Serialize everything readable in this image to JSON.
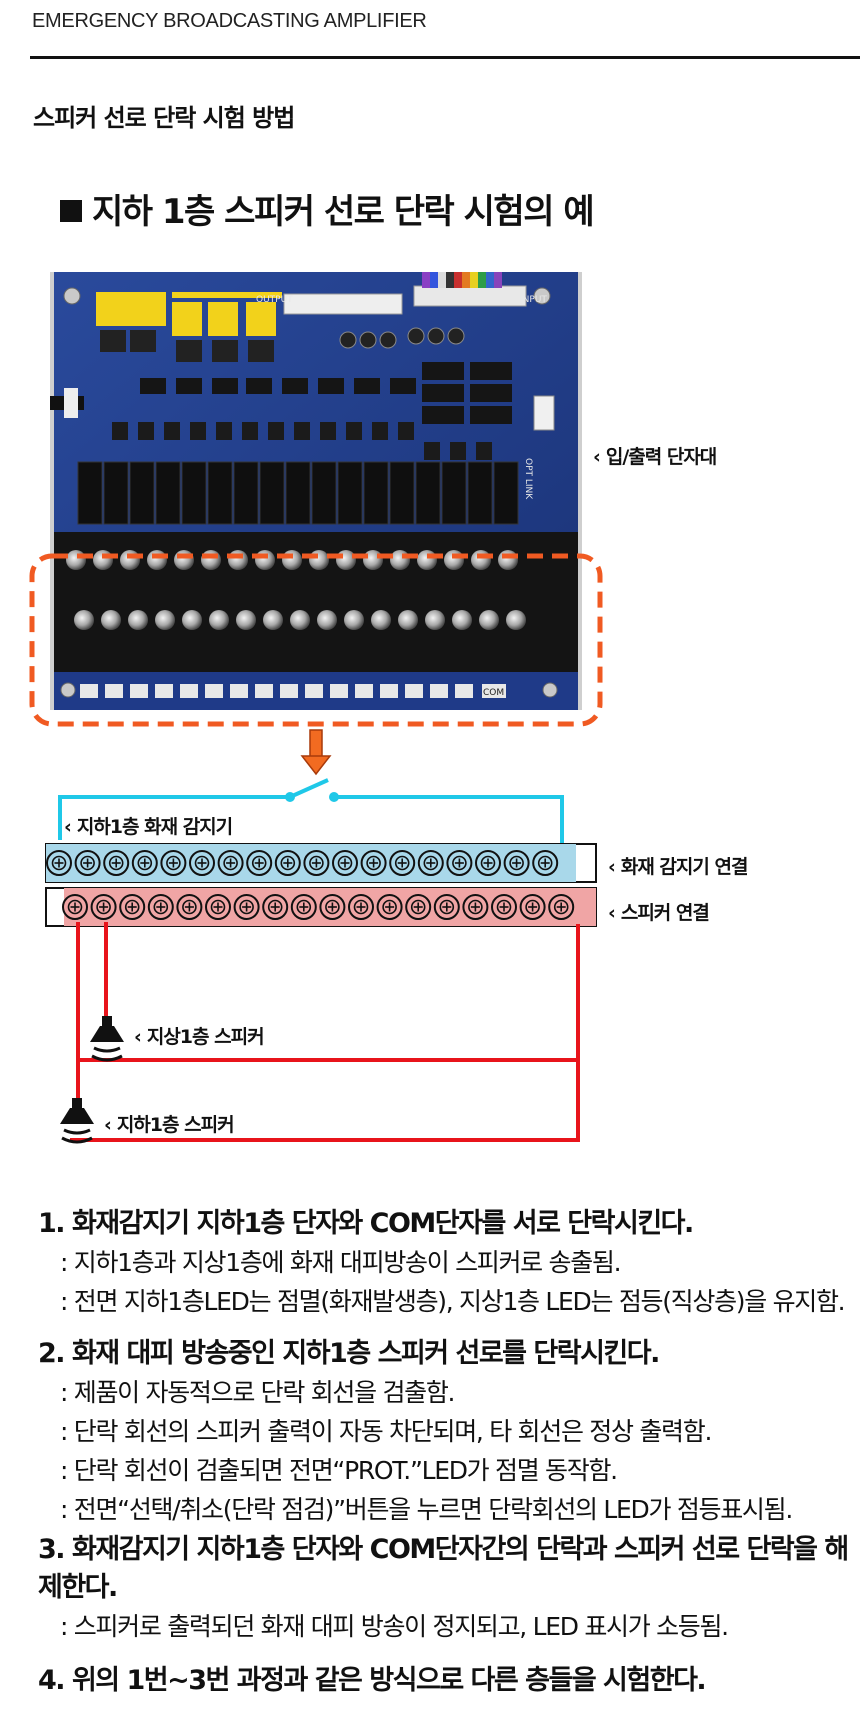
{
  "header": {
    "title": "EMERGENCY BROADCASTING AMPLIFIER"
  },
  "section": {
    "title": "스피커 선로 단락 시험 방법"
  },
  "example": {
    "title": "지하 1층 스피커 선로 단락 시험의 예"
  },
  "photo": {
    "board_labels": {
      "output": "OUTPUT",
      "input": "INPUT",
      "opt_link": "OPT LINK",
      "com": "COM"
    },
    "callout": "입/출력 단자대"
  },
  "diagram": {
    "fire_detector_label": "지하1층 화재 감지기",
    "fire_detector_conn_label": "화재 감지기 연결",
    "speaker_conn_label": "스피커 연결",
    "speaker_ground_label": "지상1층 스피커",
    "speaker_basement_label": "지하1층 스피커",
    "terminal_count": 18,
    "colors": {
      "cyan_wire": "#1fc8e8",
      "red_wire": "#e8141b",
      "arrow": "#f26b21",
      "dash": "#f05a22",
      "top_row": "#a9d8ea",
      "bottom_row": "#f0a5a5"
    }
  },
  "steps": [
    {
      "title": "1. 화재감지기 지하1층 단자와 COM단자를 서로 단락시킨다.",
      "lines": [
        ": 지하1층과 지상1층에 화재 대피방송이 스피커로 송출됨.",
        ": 전면 지하1층LED는 점멸(화재발생층), 지상1층 LED는 점등(직상층)을 유지함."
      ]
    },
    {
      "title": "2. 화재 대피 방송중인 지하1층 스피커 선로를 단락시킨다.",
      "lines": [
        ": 제품이 자동적으로 단락 회선을 검출함.",
        ": 단락 회선의 스피커 출력이 자동 차단되며, 타 회선은 정상 출력함.",
        ": 단락 회선이 검출되면 전면“PROT.”LED가 점멸 동작함.",
        ": 전면“선택/취소(단락 점검)”버튼을 누르면 단락회선의 LED가 점등표시됨."
      ]
    },
    {
      "title": "3. 화재감지기 지하1층 단자와 COM단자간의 단락과 스피커 선로 단락을 해제한다.",
      "lines": [
        ": 스피커로 출력되던 화재 대피 방송이 정지되고, LED 표시가 소등됨."
      ]
    },
    {
      "title": "4. 위의 1번~3번 과정과 같은 방식으로 다른 층들을 시험한다.",
      "lines": []
    }
  ]
}
